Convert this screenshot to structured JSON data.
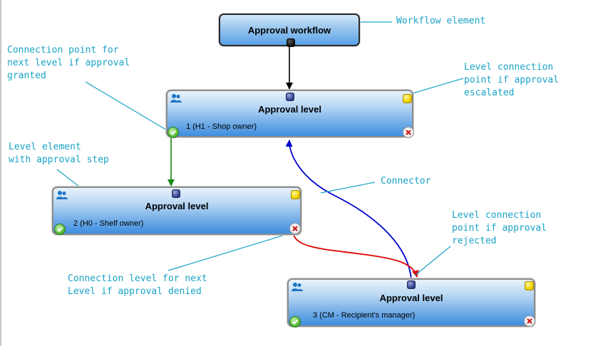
{
  "workflow": {
    "title": "Approval workflow"
  },
  "levels": [
    {
      "title": "Approval level",
      "subtitle": "1 (H1 - Shop owner)"
    },
    {
      "title": "Approval level",
      "subtitle": "2 (H0 - Shelf owner)"
    },
    {
      "title": "Approval level",
      "subtitle": "3 (CM - Recipient's manager)"
    }
  ],
  "annotations": {
    "workflow_element": "Workflow element",
    "conn_granted": "Connection point for\nnext level if approval\ngranted",
    "escalated": "Level connection\npoint if approval\nescalated",
    "level_element": "Level element\nwith approval step",
    "connector": "Connector",
    "rejected": "Level connection\npoint if approval\nrejected",
    "denied": "Connection level for next\nLevel if approval denied"
  },
  "colors": {
    "annotation": "#1aa3c6",
    "link_default": "#000000",
    "link_granted": "#1a8a1a",
    "link_escalated": "#0000cc",
    "link_rejected": "#e00000"
  },
  "icons": {
    "level_icon": "users-icon",
    "granted_point": "check-icon",
    "rejected_point": "x-icon",
    "escalated_point": "yellow-square-icon"
  }
}
